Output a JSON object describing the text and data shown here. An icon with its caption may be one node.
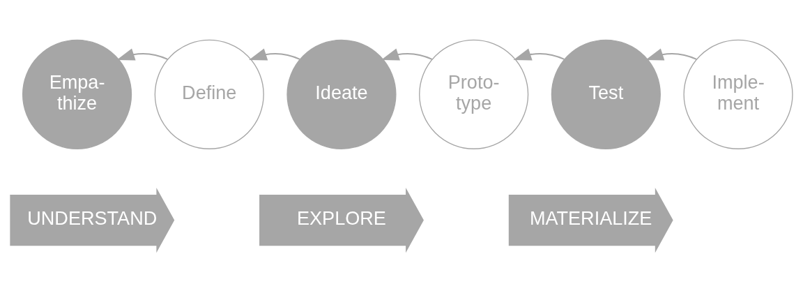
{
  "diagram": {
    "nodes": [
      {
        "text": [
          "Empa- thize"
        ]
      },
      {
        "text": [
          "Define"
        ]
      },
      {
        "text": [
          "Ideate"
        ]
      },
      {
        "text": [
          "Proto- type"
        ]
      },
      {
        "text": [
          "Test"
        ]
      },
      {
        "text": [
          "Imple- ment"
        ]
      },
      {
        "text": [
          "UNDERSTAND"
        ]
      },
      {
        "text": [
          "EXPLORE"
        ]
      },
      {
        "text": [
          "MATERIALIZE"
        ]
      }
    ],
    "edges": [
      {
        "from": 1,
        "to": 0,
        "arrow": "to"
      },
      {
        "from": 2,
        "to": 1,
        "arrow": "to"
      },
      {
        "from": 3,
        "to": 2,
        "arrow": "to"
      },
      {
        "from": 4,
        "to": 3,
        "arrow": "to"
      },
      {
        "from": 5,
        "to": 4,
        "arrow": "to"
      }
    ]
  }
}
